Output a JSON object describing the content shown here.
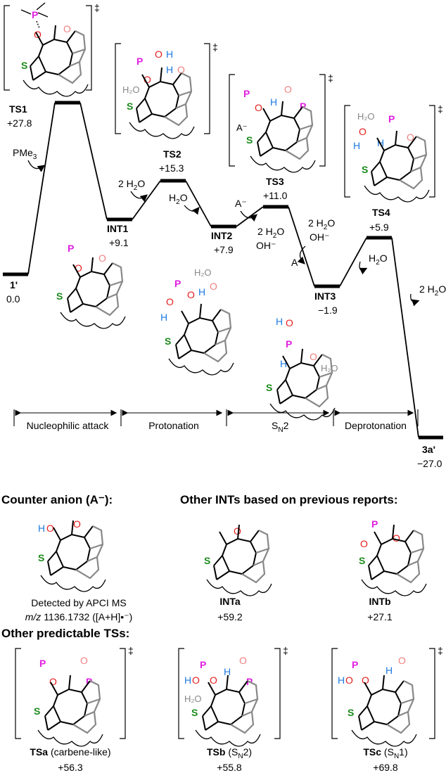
{
  "colors": {
    "phosphorus": "#e020e0",
    "oxygen": "#e51c1c",
    "oxygen_light": "#f08080",
    "sulfur": "#1a8a1a",
    "hydrogen": "#1e7be0",
    "water_grey": "#888888",
    "line": "#000000"
  },
  "energy_profile": {
    "levels": [
      {
        "name": "1'",
        "energy": "0.0"
      },
      {
        "name": "TS1",
        "energy": "+27.8"
      },
      {
        "name": "INT1",
        "energy": "+9.1"
      },
      {
        "name": "TS2",
        "energy": "+15.3"
      },
      {
        "name": "INT2",
        "energy": "+7.9"
      },
      {
        "name": "TS3",
        "energy": "+11.0"
      },
      {
        "name": "INT3",
        "energy": "−1.9"
      },
      {
        "name": "TS4",
        "energy": "+5.9"
      },
      {
        "name": "3a'",
        "energy": "−27.0"
      }
    ],
    "annotations": {
      "pme3": "PMe",
      "pme3_sub": "3",
      "two_h2o_a": "2 H",
      "two_h2o_a_sub": "2",
      "two_h2o_a_end": "O",
      "h2o_b": "H",
      "h2o_b_sub": "2",
      "h2o_b_end": "O",
      "a_minus_1": "A⁻",
      "two_h2o_c": "2 H",
      "two_h2o_c_sub": "2",
      "two_h2o_c_end": "O",
      "oh_minus_1": "OH⁻",
      "two_h2o_d": "2 H",
      "two_h2o_d_sub": "2",
      "two_h2o_d_end": "O",
      "oh_minus_2": "OH⁻",
      "a_minus_2": "A⁻",
      "h2o_e": "H",
      "h2o_e_sub": "2",
      "h2o_e_end": "O",
      "two_h2o_f": "2 H",
      "two_h2o_f_sub": "2",
      "two_h2o_f_end": "O"
    },
    "stages": [
      {
        "label": "Nucleophilic attack"
      },
      {
        "label": "Protonation"
      },
      {
        "label": "S",
        "sub": "N",
        "end": "2"
      },
      {
        "label": "Deprotonation"
      }
    ],
    "dagger": "‡"
  },
  "counter_anion": {
    "heading": "Counter anion (A⁻):",
    "detect_line1": "Detected by APCI MS",
    "detect_line2_italic": "m/z",
    "detect_line2": " 1136.1732 ([A+H]•⁻)"
  },
  "other_ints": {
    "heading": "Other INTs based on previous reports:",
    "items": [
      {
        "name": "INTa",
        "energy": "+59.2"
      },
      {
        "name": "INTb",
        "energy": "+27.1"
      }
    ]
  },
  "other_ts": {
    "heading": "Other predictable TSs:",
    "items": [
      {
        "name": "TSa",
        "note": " (carbene-like)",
        "energy": "+56.3"
      },
      {
        "name": "TSb",
        "note": " (S",
        "note_sub": "N",
        "note_end": "2)",
        "energy": "+55.8"
      },
      {
        "name": "TSc",
        "note": " (S",
        "note_sub": "N",
        "note_end": "1)",
        "energy": "+69.8"
      }
    ]
  },
  "atoms": {
    "P": "P",
    "O": "O",
    "S": "S",
    "H": "H",
    "H2O": "H₂O",
    "A": "A⁻"
  }
}
